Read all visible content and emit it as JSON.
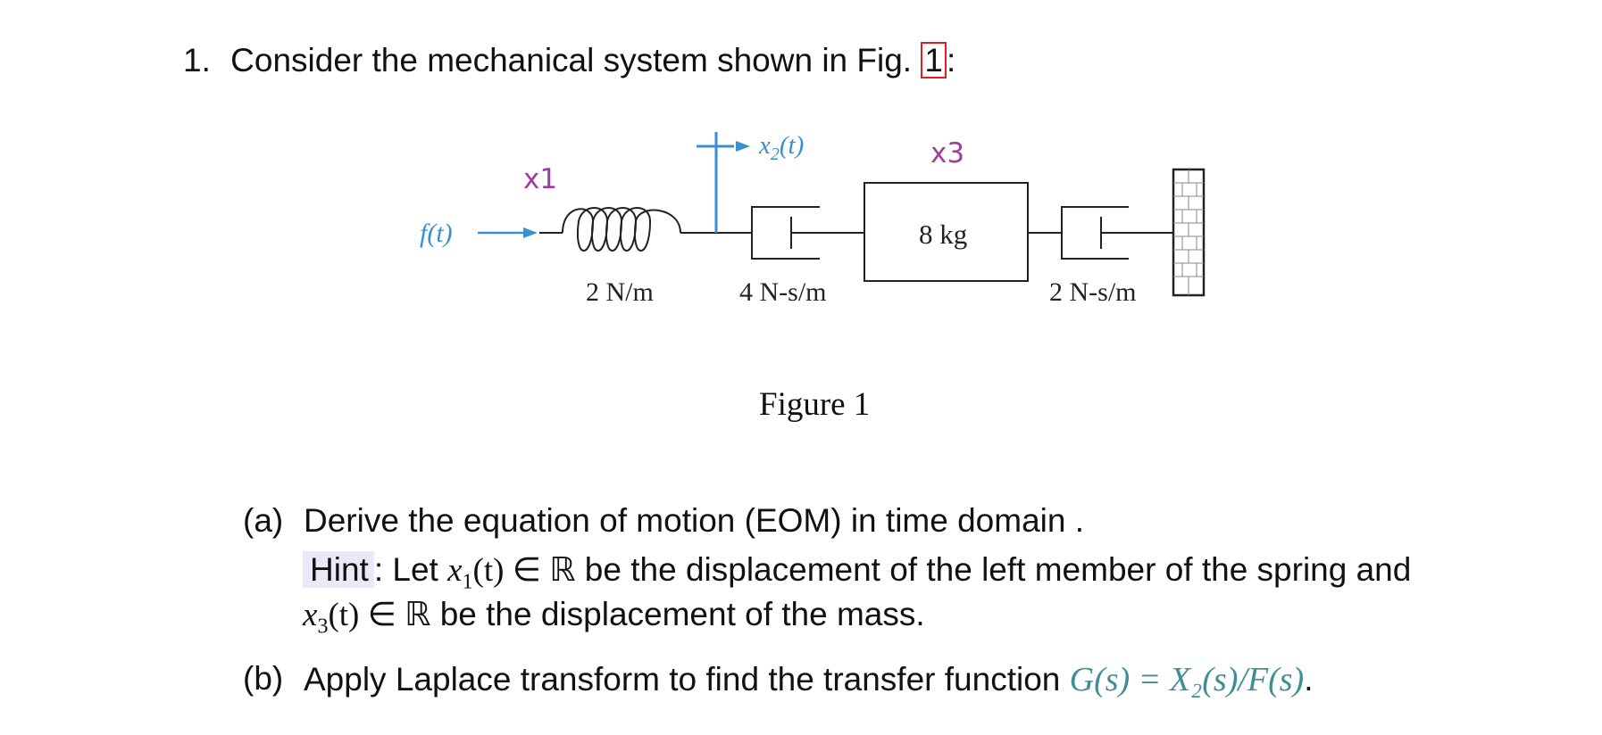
{
  "question": {
    "number": "1.",
    "text": "Consider the mechanical system shown in Fig.",
    "fig_ref": "1",
    "colon": ":"
  },
  "figure": {
    "force_label": "f(t)",
    "x1_label": "x1",
    "x2_label": "x",
    "x2_sub": "2",
    "x2_arg": "(t)",
    "x3_label": "x3",
    "spring_label": "2 N/m",
    "damper1_label": "4 N-s/m",
    "mass_label": "8 kg",
    "damper2_label": "2 N-s/m",
    "caption": "Figure 1",
    "colors": {
      "blue": "#3a8fd0",
      "purple": "#9b3f9e",
      "black": "#222222"
    }
  },
  "part_a": {
    "label": "(a)",
    "text": "Derive the equation of motion (EOM) in time domain .",
    "hint_word": "Hint",
    "hint_pre": ": Let ",
    "x1_var": "x",
    "x1_sub": "1",
    "t_arg": "(t)",
    "in_sym": " ∈ ℝ",
    "hint_mid": " be the displacement of the left member of the spring and",
    "x3_var": "x",
    "x3_sub": "3",
    "hint_end": " be the displacement of the mass."
  },
  "part_b": {
    "label": "(b)",
    "text": "Apply Laplace transform to find the transfer function ",
    "tf": "G(s) = X₂(s)/F(s)",
    "period": "."
  }
}
